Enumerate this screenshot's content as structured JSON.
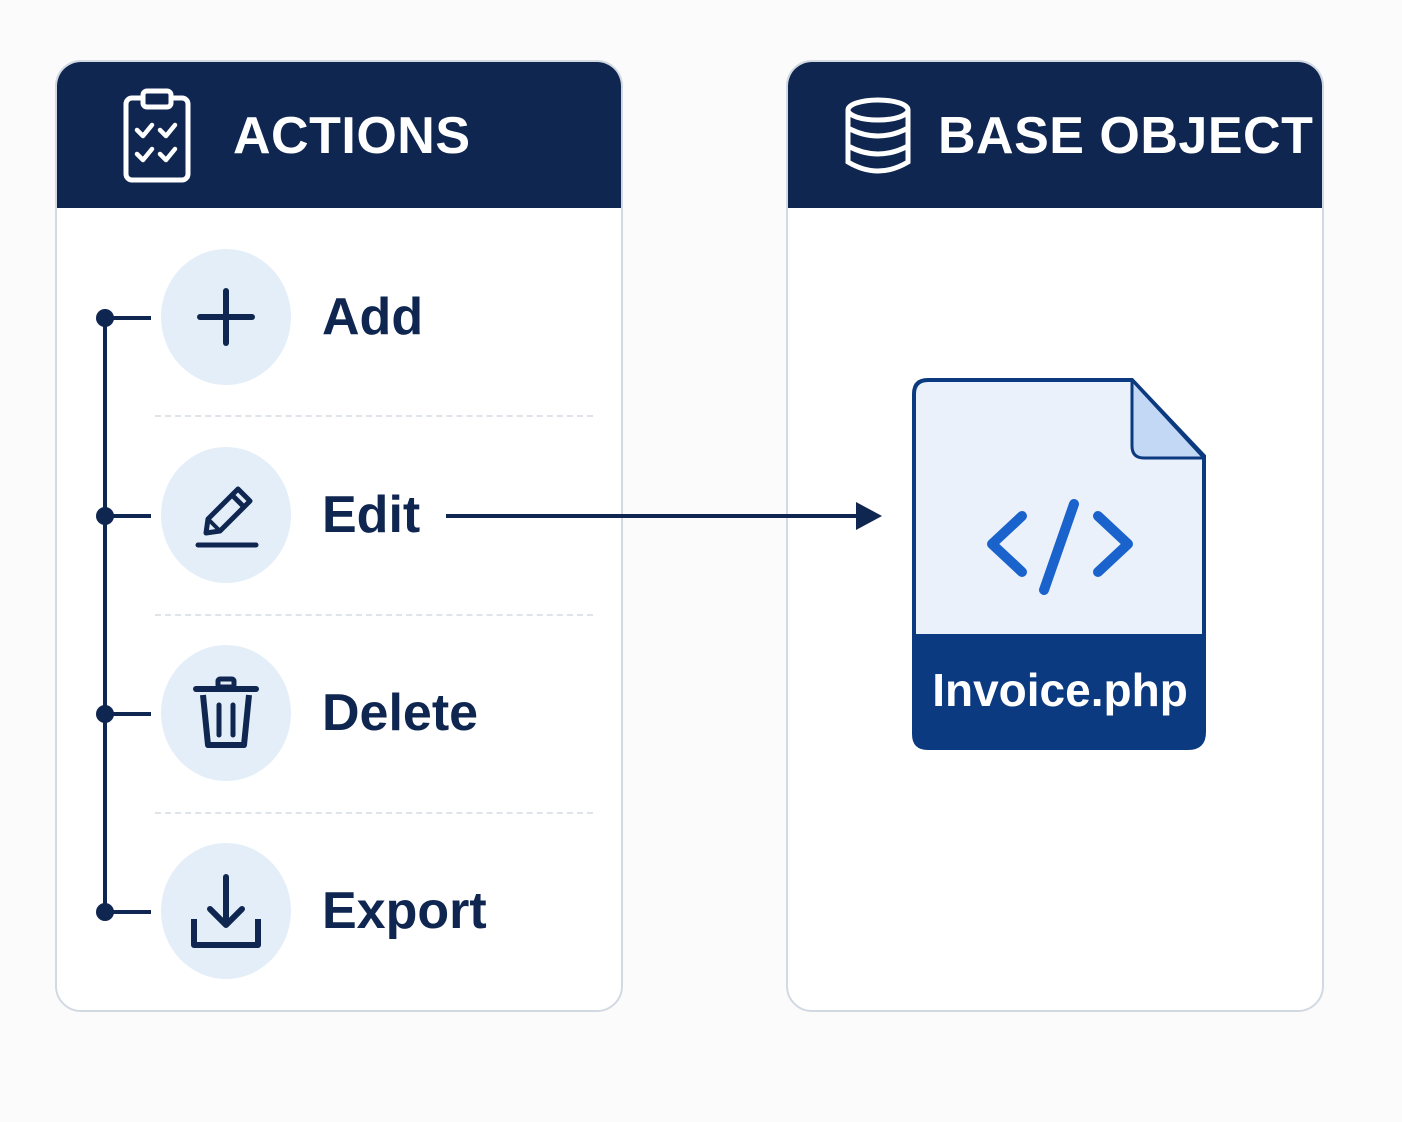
{
  "actions_panel": {
    "title": "ACTIONS",
    "icon": "clipboard-check-icon",
    "items": [
      {
        "label": "Add",
        "icon": "plus-icon"
      },
      {
        "label": "Edit",
        "icon": "pencil-icon"
      },
      {
        "label": "Delete",
        "icon": "trash-icon"
      },
      {
        "label": "Export",
        "icon": "download-icon"
      }
    ]
  },
  "base_panel": {
    "title": "BASE OBJECT",
    "icon": "database-icon",
    "file": {
      "name": "Invoice.php",
      "icon": "code-file-icon"
    }
  },
  "connection": {
    "from": "Edit",
    "to": "Invoice.php"
  },
  "colors": {
    "navy": "#0f2650",
    "file_blue": "#0c3a80",
    "code_blue": "#1a63cc",
    "icon_circle": "#e4eef9",
    "file_body": "#eaf1fb",
    "border": "#d3d9e3"
  }
}
